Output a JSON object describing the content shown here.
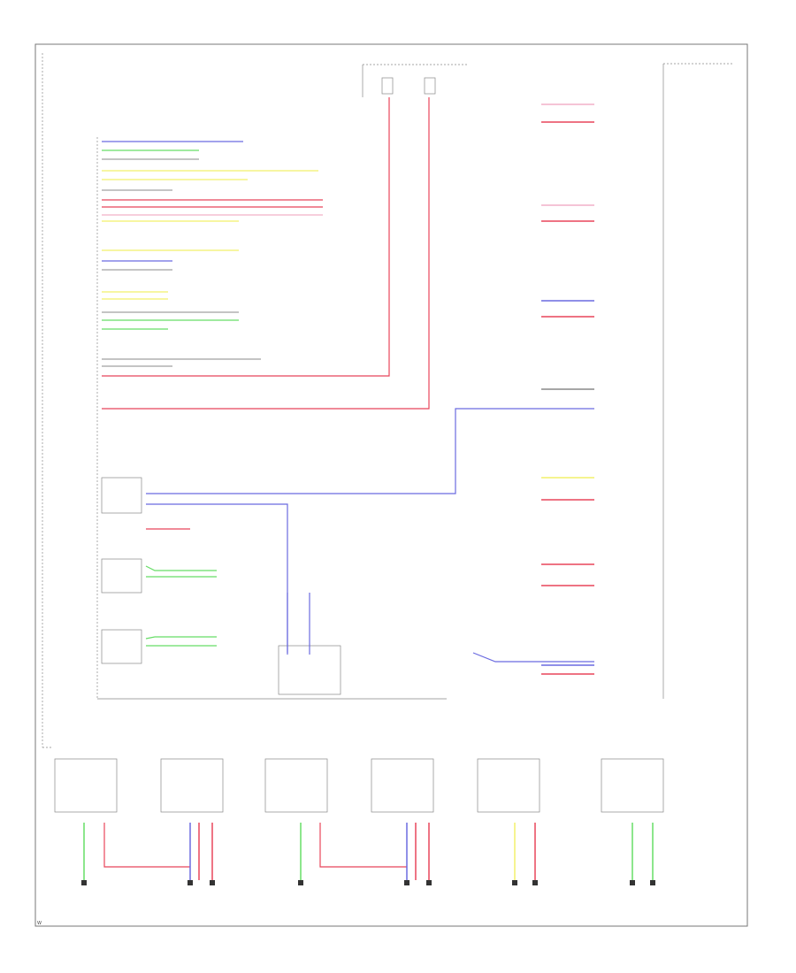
{
  "footer": {
    "code": "W"
  },
  "colors": {
    "red": "#e8455a",
    "blue": "#6a6ae0",
    "yellow": "#f2f06a",
    "green": "#66dd66",
    "gray": "#888888",
    "frame": "#777777"
  },
  "main_module": {
    "title_lines": [
      "",
      "",
      "",
      "",
      ""
    ],
    "pins": [
      {
        "pin": "",
        "wire": "",
        "color": "blue",
        "dest": ""
      },
      {
        "pin": "",
        "wire": "",
        "color": "green",
        "dest": ""
      },
      {
        "pin": "",
        "wire": "",
        "color": "gray",
        "dest": ""
      },
      {
        "pin": "",
        "wire": "",
        "color": "yellow",
        "dest": ""
      },
      {
        "pin": "",
        "wire": "",
        "color": "yellow",
        "dest": ""
      },
      {
        "pin": "",
        "wire": "",
        "color": "gray",
        "dest": ""
      },
      {
        "pin": "",
        "wire": "",
        "color": "red",
        "dest": ""
      },
      {
        "pin": "",
        "wire": "",
        "color": "red",
        "dest": ""
      },
      {
        "pin": "",
        "wire": "",
        "color": "yellow",
        "dest": ""
      }
    ]
  },
  "relays_right": [
    {
      "label": "",
      "system": ""
    },
    {
      "label": "",
      "system": ""
    },
    {
      "label": "",
      "system": ""
    },
    {
      "label": "",
      "system": ""
    },
    {
      "label": "",
      "system": ""
    },
    {
      "label": "",
      "system": ""
    },
    {
      "label": "",
      "system": ""
    }
  ],
  "bottom_relays": [
    {
      "label": "",
      "system": ""
    },
    {
      "label": "",
      "system": ""
    },
    {
      "label": "",
      "system": ""
    },
    {
      "label": "",
      "system": ""
    },
    {
      "label": "",
      "system": ""
    },
    {
      "label": "",
      "system": ""
    }
  ]
}
